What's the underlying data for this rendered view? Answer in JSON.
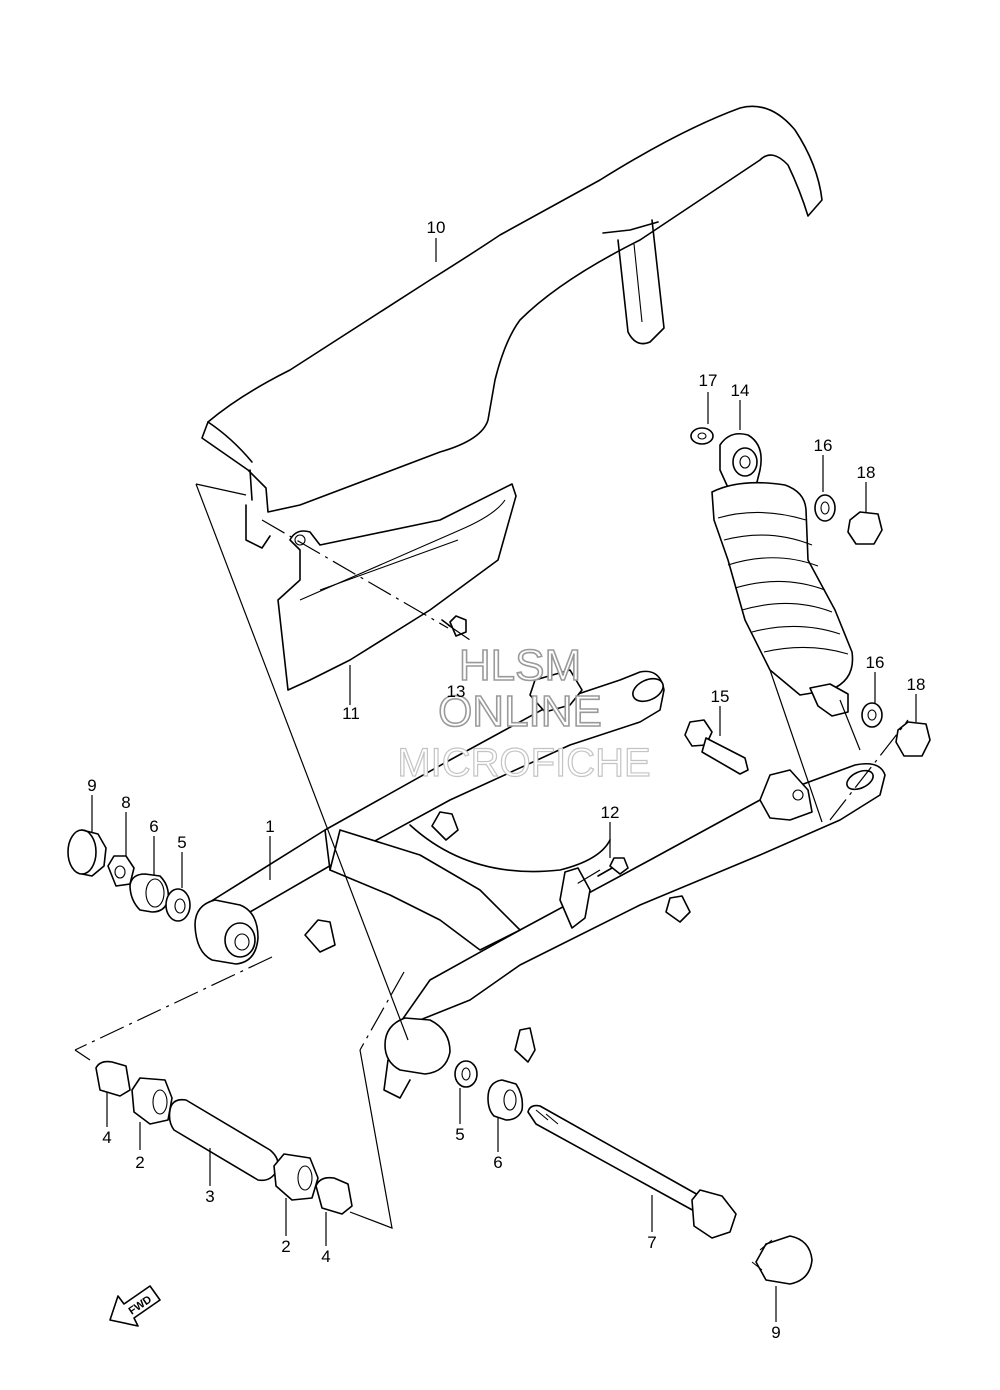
{
  "diagram": {
    "callouts": [
      {
        "id": "c10",
        "text": "10"
      },
      {
        "id": "c17",
        "text": "17"
      },
      {
        "id": "c14",
        "text": "14"
      },
      {
        "id": "c16a",
        "text": "16"
      },
      {
        "id": "c18a",
        "text": "18"
      },
      {
        "id": "c16b",
        "text": "16"
      },
      {
        "id": "c18b",
        "text": "18"
      },
      {
        "id": "c13",
        "text": "13"
      },
      {
        "id": "c11",
        "text": "11"
      },
      {
        "id": "c15",
        "text": "15"
      },
      {
        "id": "c12",
        "text": "12"
      },
      {
        "id": "c9a",
        "text": "9"
      },
      {
        "id": "c8",
        "text": "8"
      },
      {
        "id": "c6a",
        "text": "6"
      },
      {
        "id": "c5a",
        "text": "5"
      },
      {
        "id": "c1",
        "text": "1"
      },
      {
        "id": "c4a",
        "text": "4"
      },
      {
        "id": "c2a",
        "text": "2"
      },
      {
        "id": "c3",
        "text": "3"
      },
      {
        "id": "c2b",
        "text": "2"
      },
      {
        "id": "c4b",
        "text": "4"
      },
      {
        "id": "c5b",
        "text": "5"
      },
      {
        "id": "c6b",
        "text": "6"
      },
      {
        "id": "c7",
        "text": "7"
      },
      {
        "id": "c9b",
        "text": "9"
      }
    ],
    "fwd_label": "FWD"
  },
  "watermark": {
    "line1": "HLSM",
    "line2": "ONLINE",
    "line3": "MICROFICHE"
  }
}
